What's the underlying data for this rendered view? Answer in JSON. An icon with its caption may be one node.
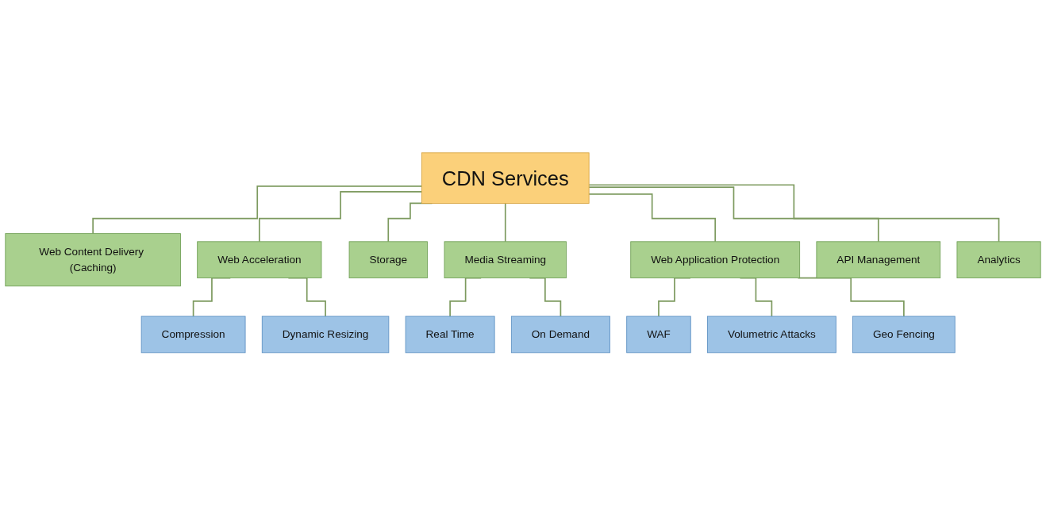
{
  "diagram": {
    "nodes": [
      {
        "text": [
          "CDN Services"
        ]
      },
      {
        "text": [
          "Web Content Delivery (Caching)"
        ]
      },
      {
        "text": [
          "Web Acceleration"
        ]
      },
      {
        "text": [
          "Storage"
        ]
      },
      {
        "text": [
          "Media Streaming"
        ]
      },
      {
        "text": [
          "Web Application Protection"
        ]
      },
      {
        "text": [
          "API Management"
        ]
      },
      {
        "text": [
          "Analytics"
        ]
      },
      {
        "text": [
          "Compression"
        ]
      },
      {
        "text": [
          "Dynamic Resizing"
        ]
      },
      {
        "text": [
          "Real Time"
        ]
      },
      {
        "text": [
          "On Demand"
        ]
      },
      {
        "text": [
          "WAF"
        ]
      },
      {
        "text": [
          "Volumetric Attacks"
        ]
      },
      {
        "text": [
          "Geo Fencing"
        ]
      }
    ],
    "edges": [
      {
        "from": 0,
        "to": 1,
        "arrow": "none"
      },
      {
        "from": 0,
        "to": 2,
        "arrow": "none"
      },
      {
        "from": 0,
        "to": 3,
        "arrow": "none"
      },
      {
        "from": 0,
        "to": 4,
        "arrow": "none"
      },
      {
        "from": 0,
        "to": 5,
        "arrow": "none"
      },
      {
        "from": 0,
        "to": 6,
        "arrow": "none"
      },
      {
        "from": 0,
        "to": 7,
        "arrow": "none"
      },
      {
        "from": 2,
        "to": 8,
        "arrow": "none"
      },
      {
        "from": 2,
        "to": 9,
        "arrow": "none"
      },
      {
        "from": 4,
        "to": 10,
        "arrow": "none"
      },
      {
        "from": 4,
        "to": 11,
        "arrow": "none"
      },
      {
        "from": 5,
        "to": 12,
        "arrow": "none"
      },
      {
        "from": 5,
        "to": 13,
        "arrow": "none"
      },
      {
        "from": 5,
        "to": 14,
        "arrow": "none"
      }
    ]
  }
}
